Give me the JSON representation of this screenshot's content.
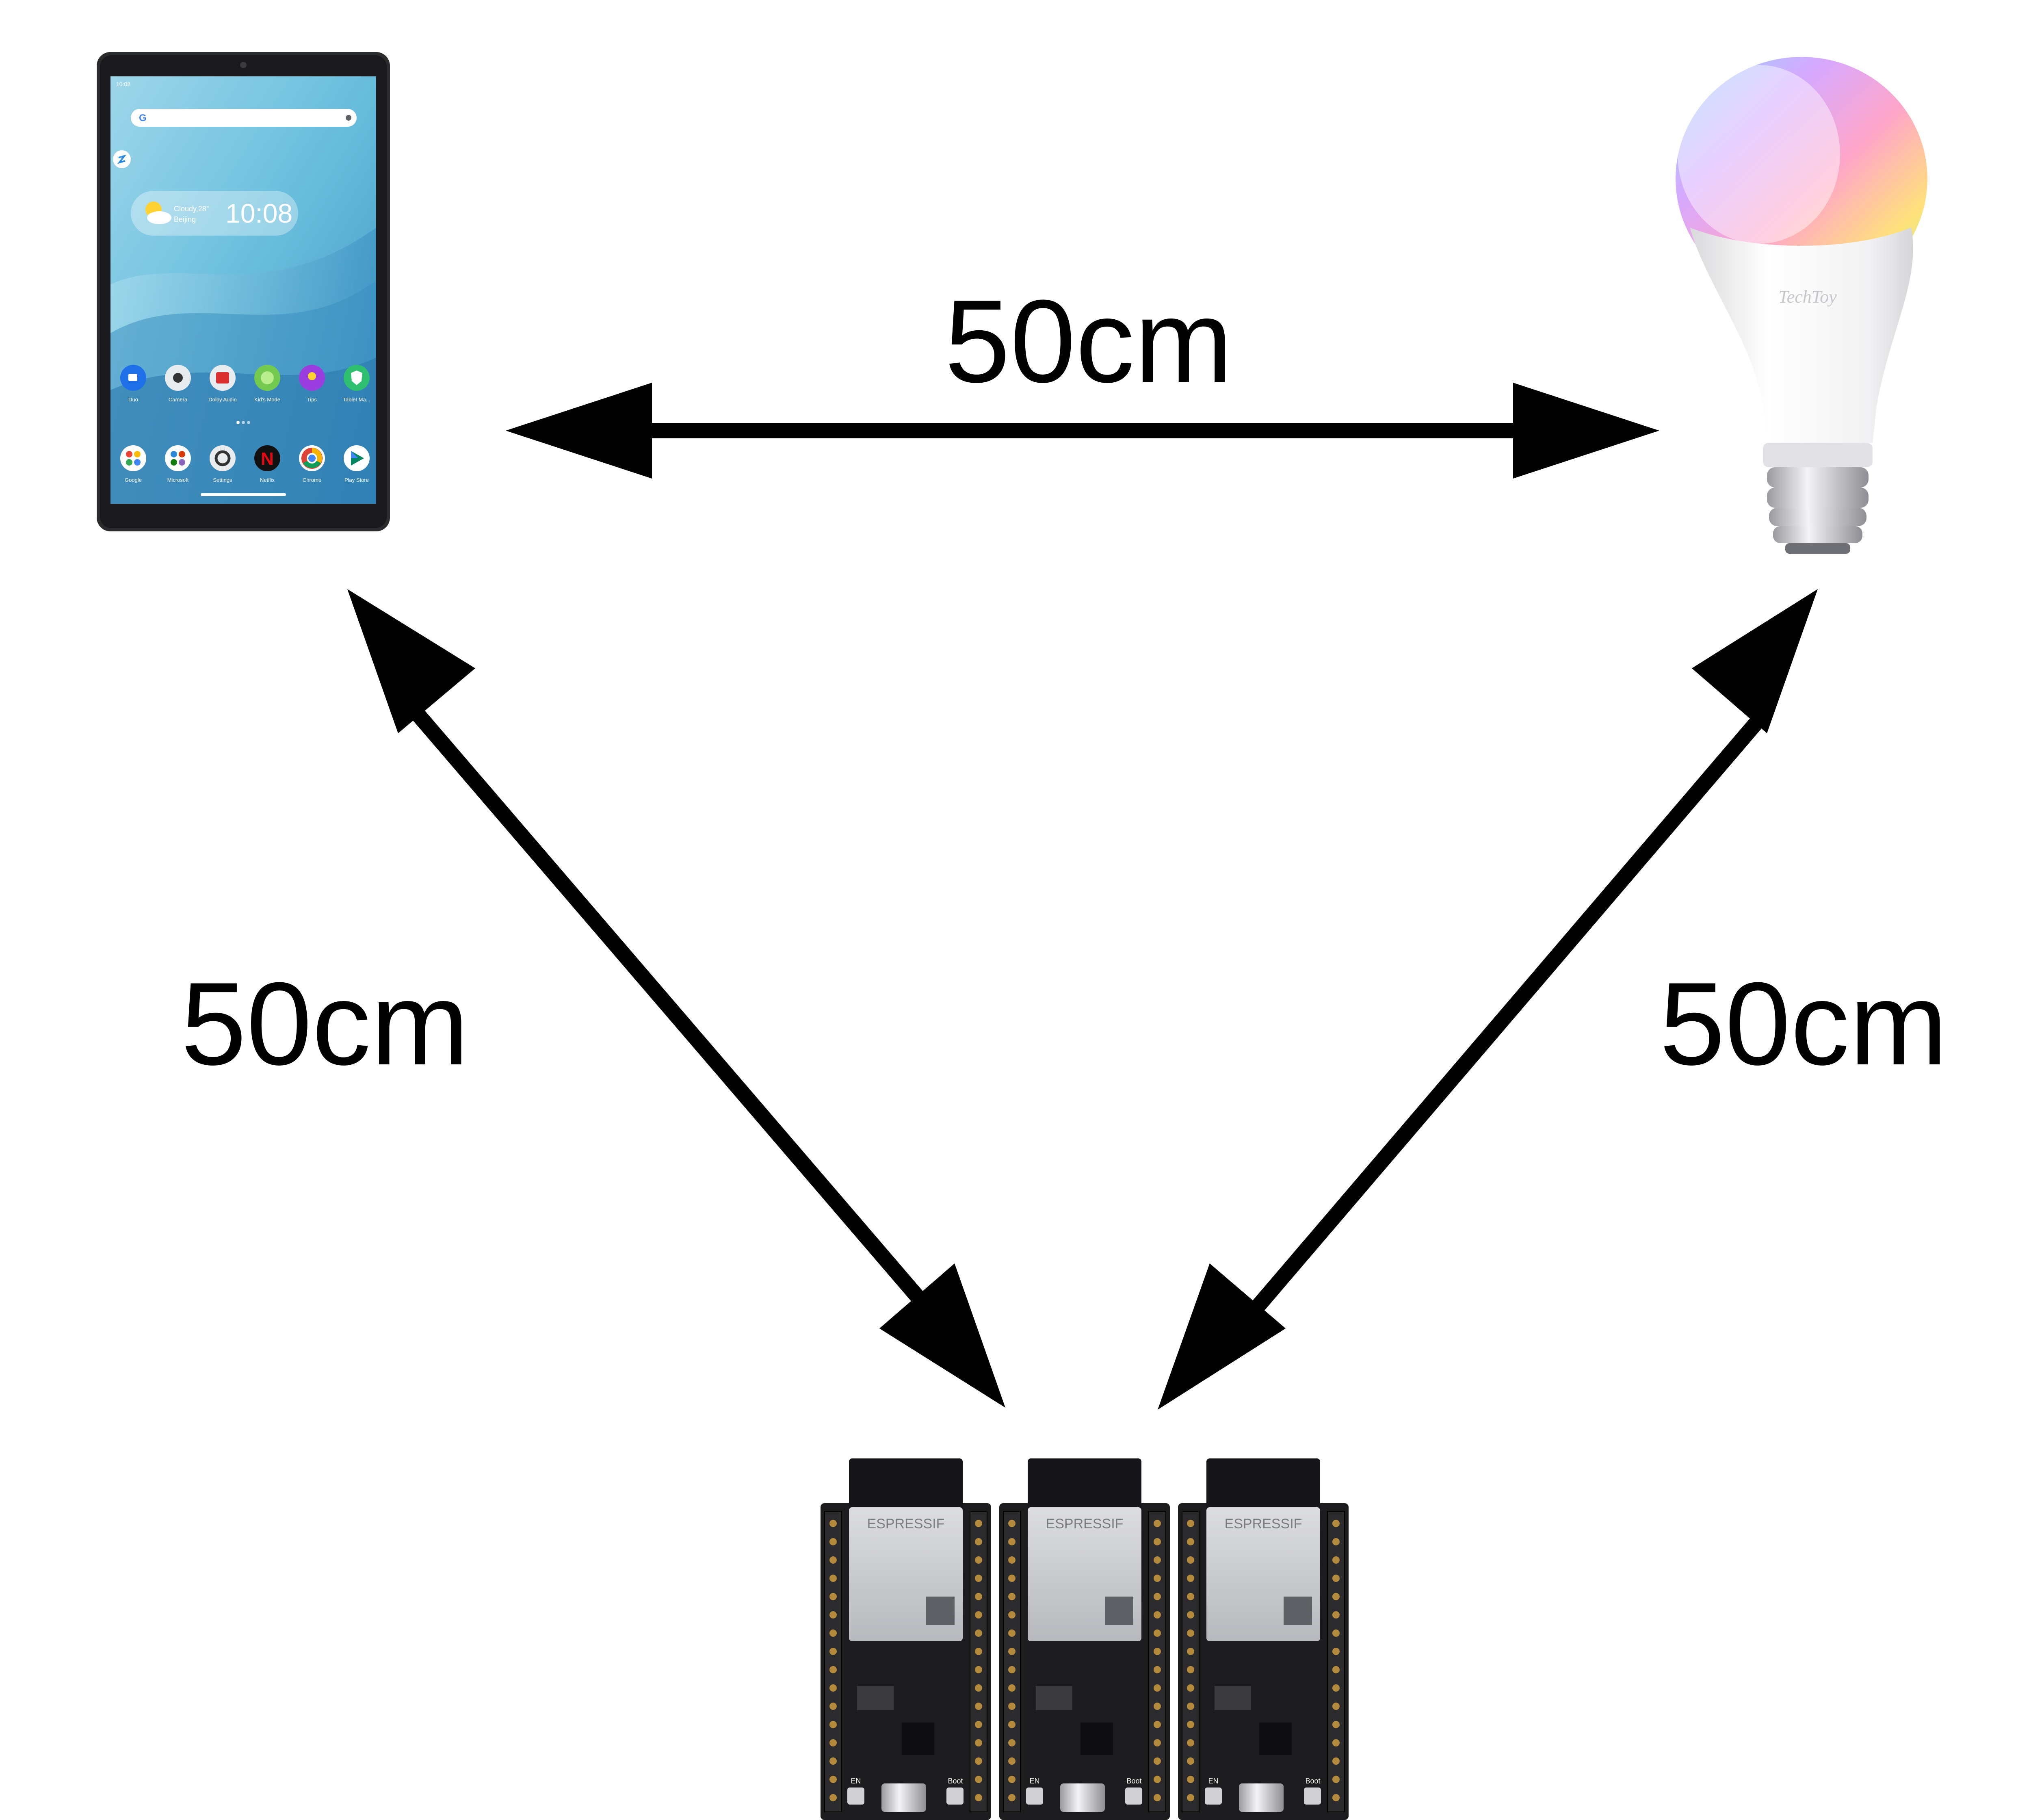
{
  "diagram": {
    "distances": {
      "tablet_to_bulb": "50cm",
      "tablet_to_boards": "50cm",
      "bulb_to_boards": "50cm"
    },
    "tablet": {
      "clock": "10:08",
      "weather": "Cloudy,28°",
      "city": "Beijing",
      "status_time": "10:08",
      "apps_row1": [
        "Duo",
        "Camera",
        "Dolby Audio",
        "Kid's Mode",
        "Tips",
        "Tablet Ma..."
      ],
      "apps_row2": [
        "Google",
        "Microsoft",
        "Settings",
        "Netflix",
        "Chrome",
        "Play Store"
      ]
    },
    "bulb": {
      "brand": "TechToy"
    },
    "boards": {
      "brand": "ESPRESSIF",
      "boot_label": "Boot",
      "en_label": "EN",
      "count": 3
    }
  }
}
